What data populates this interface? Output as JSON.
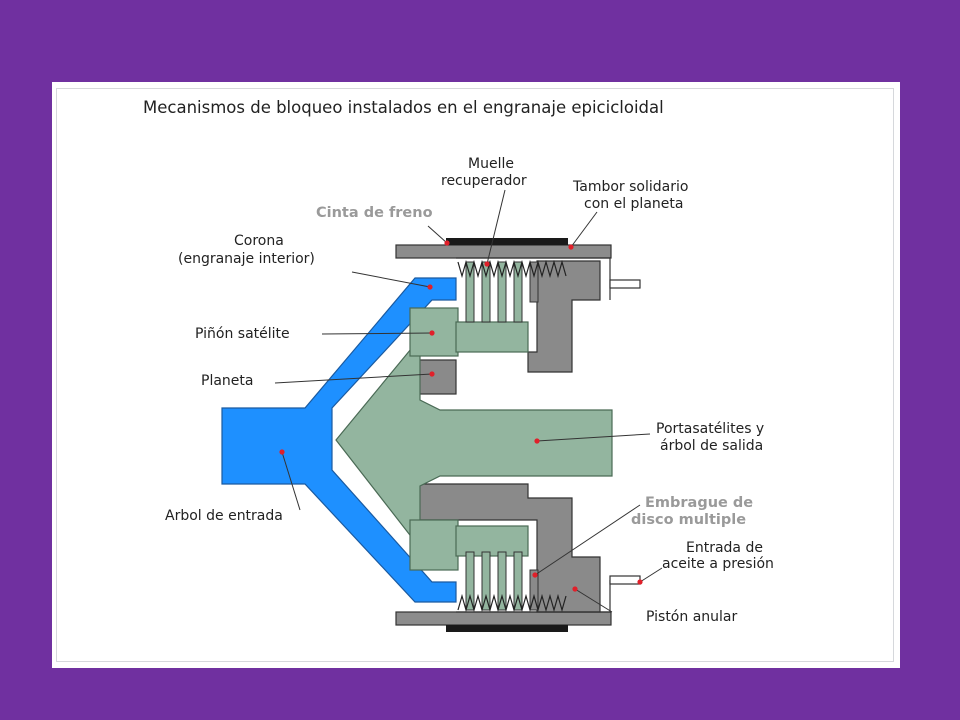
{
  "title": "Mecanismos de bloqueo instalados en el engranaje epicicloidal",
  "labels": {
    "muelle": [
      "Muelle",
      "recuperador"
    ],
    "tambor": [
      "Tambor solidario",
      "con el planeta"
    ],
    "cinta": "Cinta de freno",
    "corona": [
      "Corona",
      "(engranaje interior)"
    ],
    "pinon": "Piñón satélite",
    "planeta": "Planeta",
    "portasatelites": [
      "Portasatélites y",
      "árbol de salida"
    ],
    "arbol_entrada": "Arbol de entrada",
    "embrague": [
      "Embrague de",
      "disco multiple"
    ],
    "entrada_aceite": [
      "Entrada de",
      "aceite a presión"
    ],
    "piston": "Pistón anular"
  },
  "colors": {
    "background": "#7030a0",
    "input_shaft": "#1e90ff",
    "carrier": "#93b59f",
    "housing": "#7f7f7f",
    "pointer_dot": "#e0202a",
    "muted_label": "#9a9a9a"
  }
}
